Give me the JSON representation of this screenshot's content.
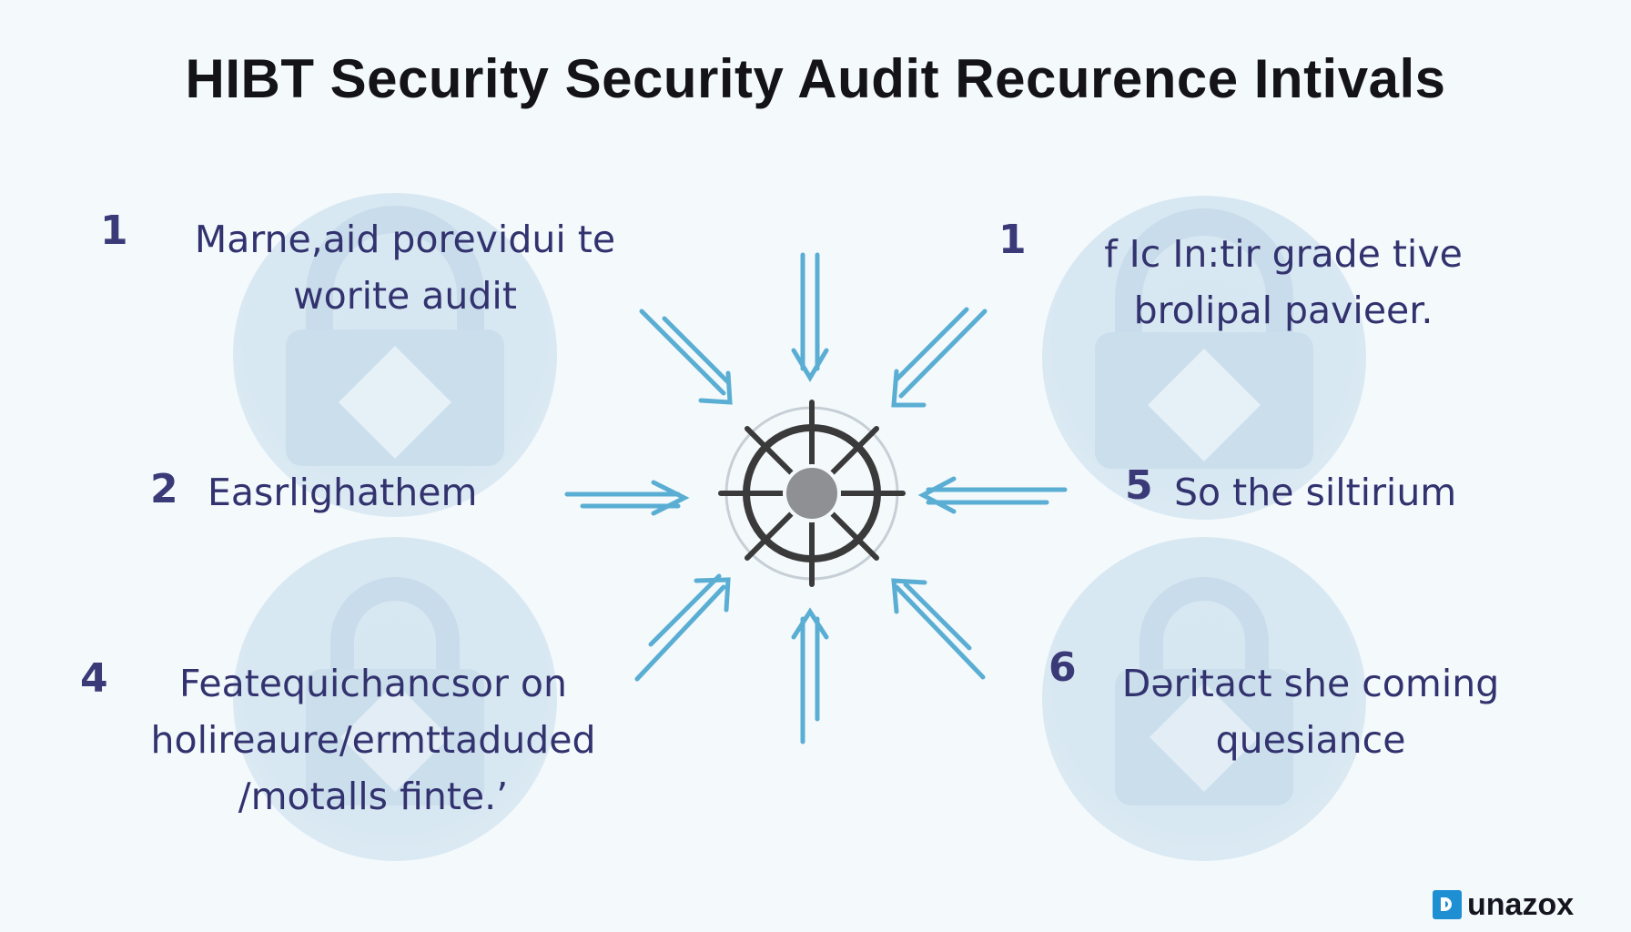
{
  "title": "HIBT Security Security Audit Recurence Intivals",
  "items": [
    {
      "number": "1",
      "lines": [
        "Marne,aid porevidui te",
        "worite audit"
      ]
    },
    {
      "number": "1",
      "lines": [
        "f Ic In:tir grade tive",
        "brolipal pavieer."
      ]
    },
    {
      "number": "2",
      "lines": [
        "Easrlighathem"
      ]
    },
    {
      "number": "5",
      "lines": [
        "So the siltirium"
      ]
    },
    {
      "number": "4",
      "lines": [
        "Featequichancsor on",
        "holireaure/ermttaduded",
        "/motalls finte.’"
      ]
    },
    {
      "number": "6",
      "lines": [
        "Dəritact she coming",
        "quesiance"
      ]
    }
  ],
  "logo": {
    "text": "unazox"
  },
  "colors": {
    "arrow": "#5aaed3",
    "label": "#32326e",
    "number": "#3b3a78",
    "hub": "#3a3a3a"
  },
  "icons": [
    "padlock-icon",
    "padlock-icon",
    "padlock-icon",
    "padlock-icon",
    "ship-wheel-icon"
  ]
}
